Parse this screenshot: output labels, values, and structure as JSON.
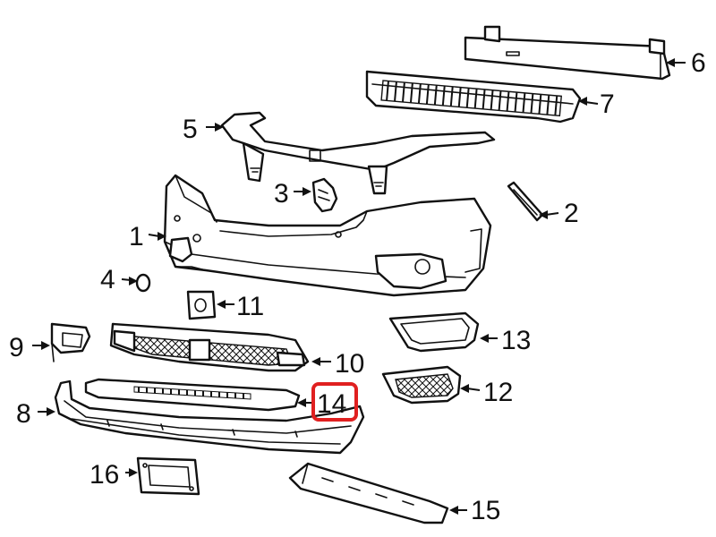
{
  "callouts": {
    "c1": "1",
    "c2": "2",
    "c3": "3",
    "c4": "4",
    "c5": "5",
    "c6": "6",
    "c7": "7",
    "c8": "8",
    "c9": "9",
    "c10": "10",
    "c11": "11",
    "c12": "12",
    "c13": "13",
    "c14": "14",
    "c15": "15",
    "c16": "16"
  },
  "highlighted_callout": "14",
  "colors": {
    "line": "#111111",
    "highlight": "#e02020",
    "background": "#ffffff"
  }
}
